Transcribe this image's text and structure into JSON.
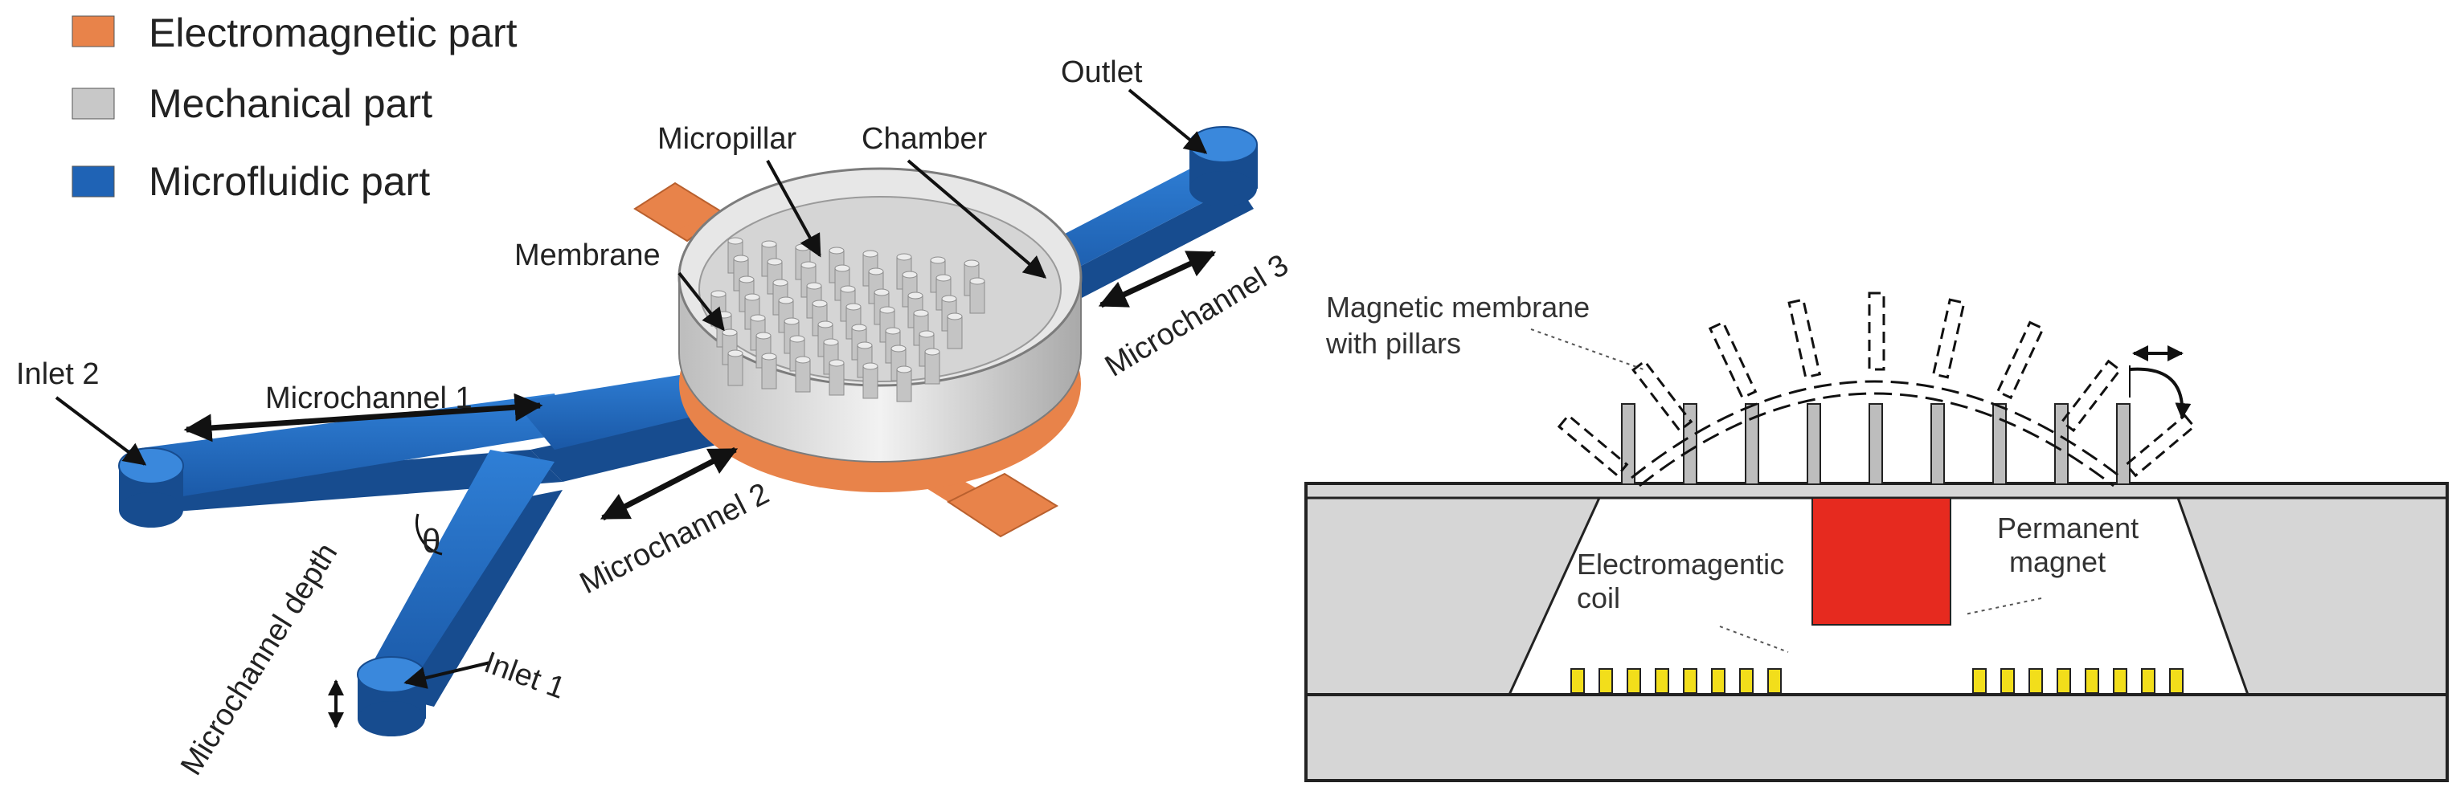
{
  "colors": {
    "electromagnetic": "#e8834a",
    "mechanical": "#c8c8c8",
    "microfluidic": "#1f63b5",
    "magnet": "#e62a1f",
    "coil": "#f2de1b"
  },
  "legend": [
    {
      "label": "Electromagnetic part",
      "color": "#e8834a"
    },
    {
      "label": "Mechanical part",
      "color": "#c8c8c8"
    },
    {
      "label": "Microfluidic part",
      "color": "#1f63b5"
    }
  ],
  "left_labels": {
    "outlet": "Outlet",
    "micropillar": "Micropillar",
    "chamber": "Chamber",
    "membrane": "Membrane",
    "microchannel3": "Microchannel 3",
    "inlet2": "Inlet 2",
    "microchannel1": "Microchannel 1",
    "microchannel2": "Microchannel 2",
    "theta": "θ",
    "microchannel_depth": "Microchannel depth",
    "inlet1": "Inlet 1"
  },
  "right_labels": {
    "membrane_line1": "Magnetic membrane",
    "membrane_line2": "with pillars",
    "magnet_line1": "Permanent",
    "magnet_line2": "magnet",
    "coil_line1": "Electromagentic",
    "coil_line2": "coil"
  }
}
